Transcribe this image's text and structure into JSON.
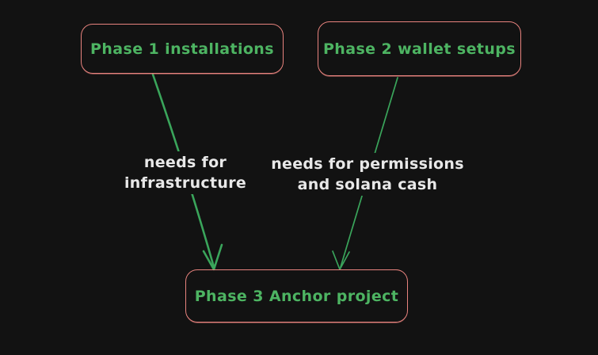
{
  "canvas": {
    "background_color": "#121212"
  },
  "diagram": {
    "type": "flowchart",
    "nodes": [
      {
        "id": "phase1",
        "label": "Phase 1 installations"
      },
      {
        "id": "phase2",
        "label": "Phase 2 wallet setups"
      },
      {
        "id": "phase3",
        "label": "Phase 3 Anchor project"
      }
    ],
    "edges": [
      {
        "from": "phase1",
        "to": "phase3",
        "label_lines": [
          "needs for",
          "infrastructure"
        ]
      },
      {
        "from": "phase2",
        "to": "phase3",
        "label_lines": [
          "needs for permissions",
          "and solana cash"
        ]
      }
    ],
    "colors": {
      "background": "#121212",
      "node_border": "#e8837e",
      "node_text": "#4db462",
      "arrow": "#3aa55b",
      "edge_label_text": "#e8e8e8"
    }
  }
}
